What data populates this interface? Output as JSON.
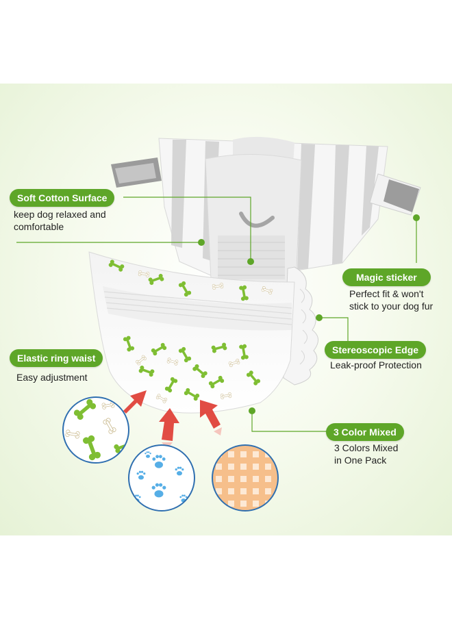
{
  "features": {
    "soft_cotton": {
      "title": "Soft Cotton Surface",
      "line1": "keep dog relaxed and",
      "line2": "comfortable"
    },
    "magic_sticker": {
      "title": "Magic sticker",
      "line1": "Perfect fit & won't",
      "line2": "stick to your dog fur"
    },
    "elastic_waist": {
      "title": "Elastic ring waist",
      "line1": "Easy adjustment"
    },
    "stereoscopic_edge": {
      "title": "Stereoscopic Edge",
      "line1": "Leak-proof Protection"
    },
    "color_mixed": {
      "title": "3 Color Mixed",
      "line1": "3 Colors Mixed",
      "line2": "in One Pack"
    }
  },
  "colors": {
    "accent": "#5ea628",
    "background": "#e6f2d6",
    "arrow": "#e0433a",
    "check": "#f3b172",
    "paw": "#56aee6"
  }
}
